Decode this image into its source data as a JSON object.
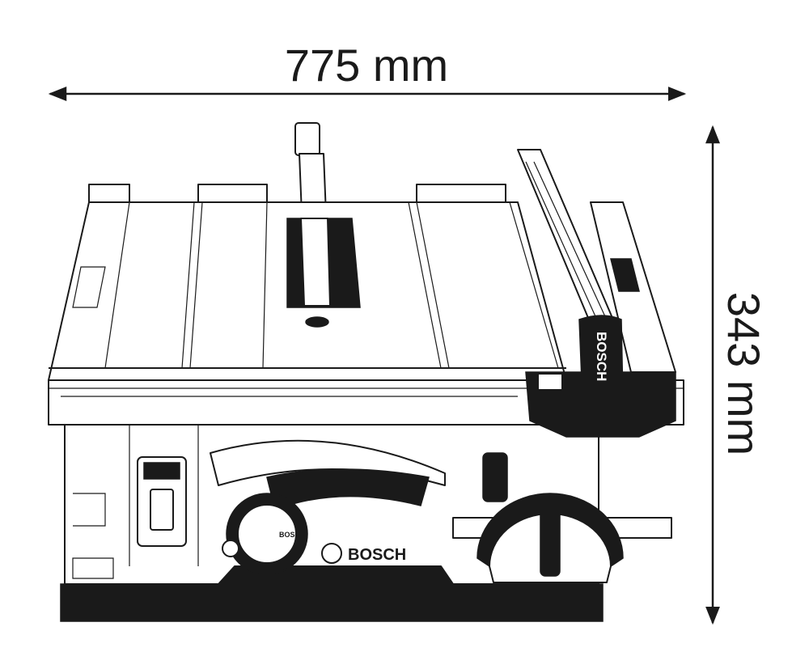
{
  "dimensions": {
    "width_label": "775 mm",
    "height_label": "343 mm"
  },
  "product": {
    "brand_fence": "BOSCH",
    "brand_body": "BOSCH",
    "brand_knob": "BOSCH"
  },
  "colors": {
    "line": "#1a1a1a",
    "background": "#ffffff"
  }
}
